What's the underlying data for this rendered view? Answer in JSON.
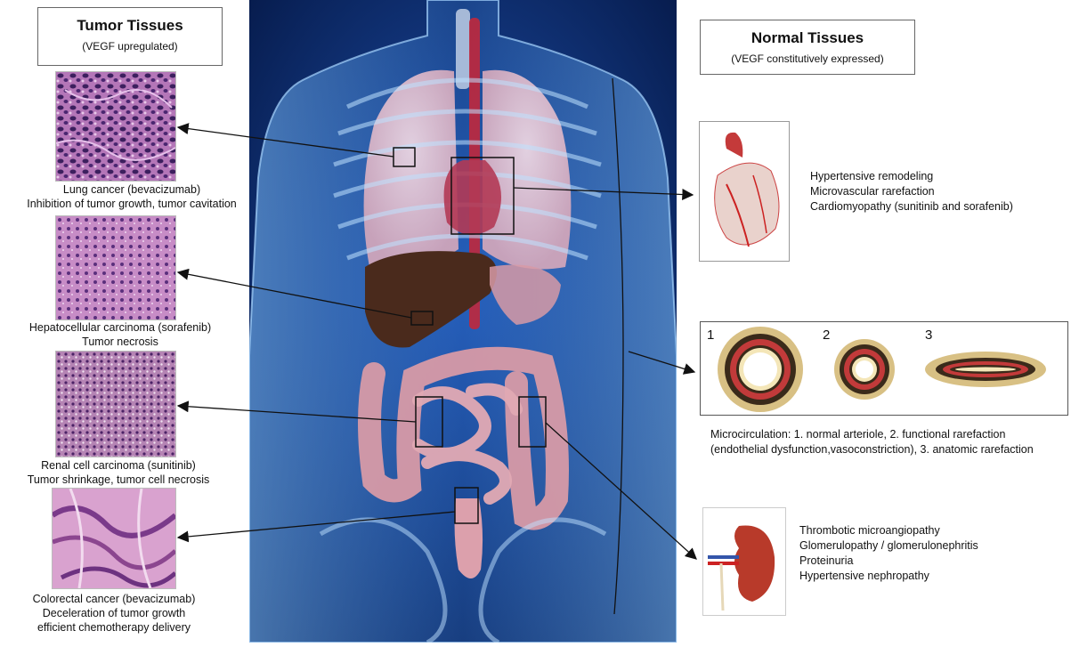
{
  "left": {
    "heading": "Tumor Tissues",
    "subheading": "(VEGF upregulated)",
    "panels": [
      {
        "line1": "Lung cancer (bevacizumab)",
        "line2": "Inhibition of tumor growth, tumor cavitation"
      },
      {
        "line1": "Hepatocellular carcinoma (sorafenib)",
        "line2": "Tumor necrosis"
      },
      {
        "line1": "Renal cell carcinoma (sunitinib)",
        "line2": "Tumor shrinkage, tumor cell necrosis"
      },
      {
        "line1": "Colorectal cancer (bevacizumab)",
        "line2": "Deceleration of tumor growth",
        "line3": "efficient chemotherapy delivery"
      }
    ]
  },
  "right": {
    "heading": "Normal Tissues",
    "subheading": "(VEGF constitutively expressed)",
    "heart_effects": [
      "Hypertensive remodeling",
      "Microvascular rarefaction",
      "Cardiomyopathy (sunitinib and sorafenib)"
    ],
    "microcirculation": {
      "ring_labels": [
        "1",
        "2",
        "3"
      ],
      "caption_line1": "Microcirculation: 1. normal arteriole, 2. functional rarefaction",
      "caption_line2": "(endothelial dysfunction,vasoconstriction), 3. anatomic rarefaction"
    },
    "kidney_effects": [
      "Thrombotic microangiopathy",
      "Glomerulopathy / glomerulonephritis",
      "Proteinuria",
      "Hypertensive nephropathy"
    ]
  },
  "colors": {
    "body_bg": "#0a2a6e",
    "tissue_pink": "#c87ab8",
    "tissue_purple": "#5a2a7a",
    "liver": "#4a2a1c",
    "intestine": "#d79aa6"
  }
}
